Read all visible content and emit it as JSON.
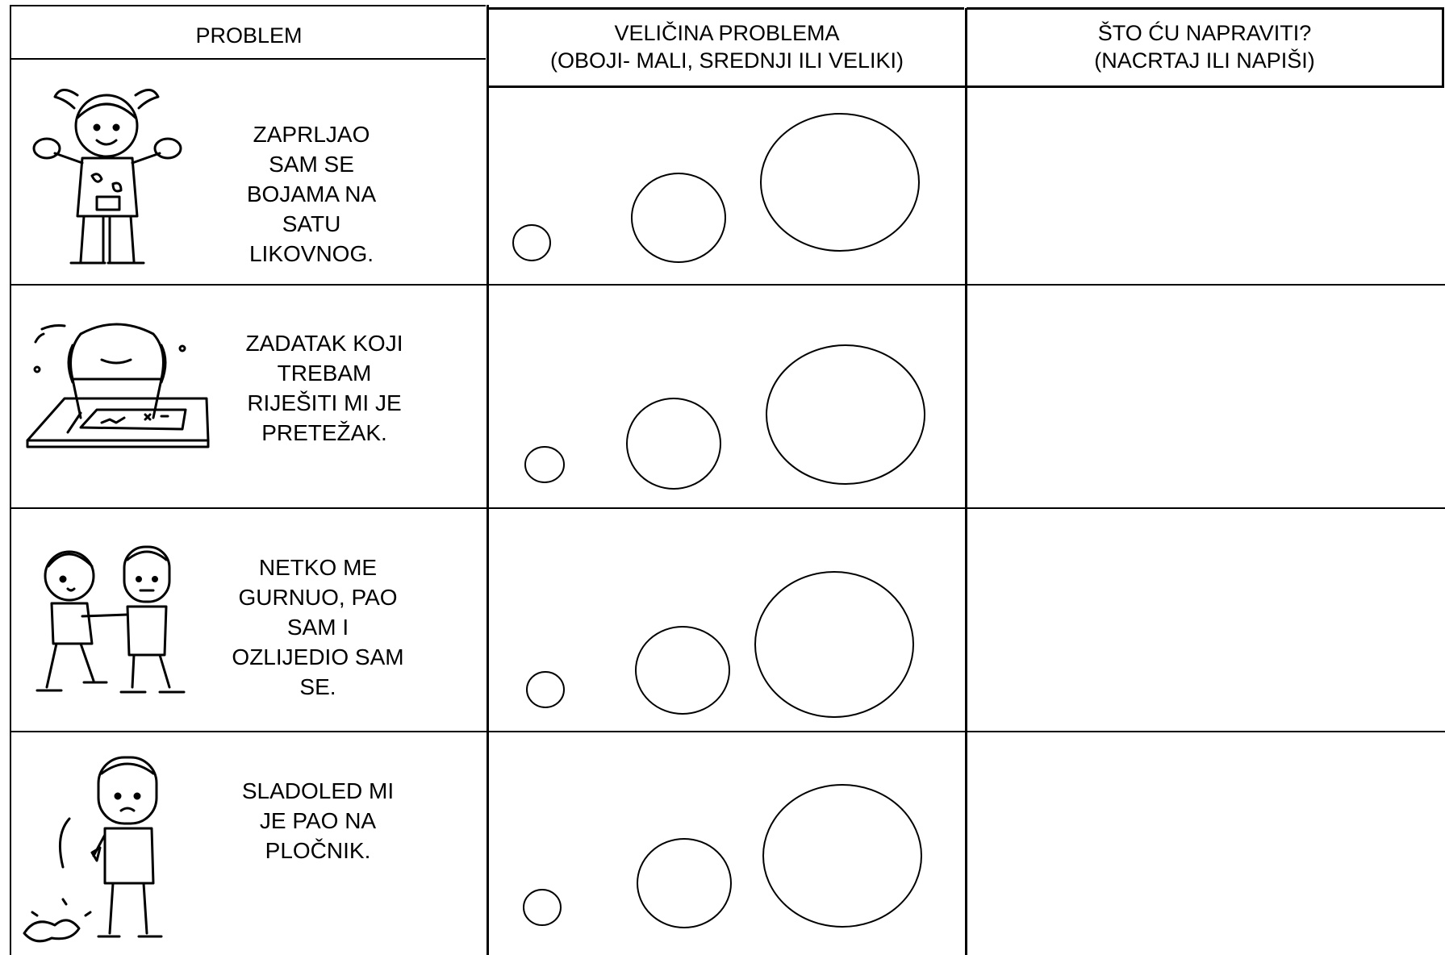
{
  "headers": {
    "problem": "PROBLEM",
    "size_line1": "VELIČINA PROBLEMA",
    "size_line2": "(OBOJI- MALI, SREDNJI ILI VELIKI)",
    "action_line1": "ŠTO ĆU NAPRAVITI?",
    "action_line2": "(NACRTAJ ILI NAPIŠI)"
  },
  "rows": [
    {
      "illustration": "messy-girl-icon",
      "text": "ZAPRLJAO SAM SE BOJAMA NA SATU LIKOVNOG."
    },
    {
      "illustration": "frustrated-student-icon",
      "text": "ZADATAK KOJI TREBAM RIJEŠITI MI JE PRETEŽAK."
    },
    {
      "illustration": "pushing-kids-icon",
      "text": "NETKO ME GURNUO, PAO SAM I OZLIJEDIO SAM SE."
    },
    {
      "illustration": "dropped-ice-cream-icon",
      "text": "SLADOLED MI JE PAO NA PLOČNIK."
    }
  ]
}
